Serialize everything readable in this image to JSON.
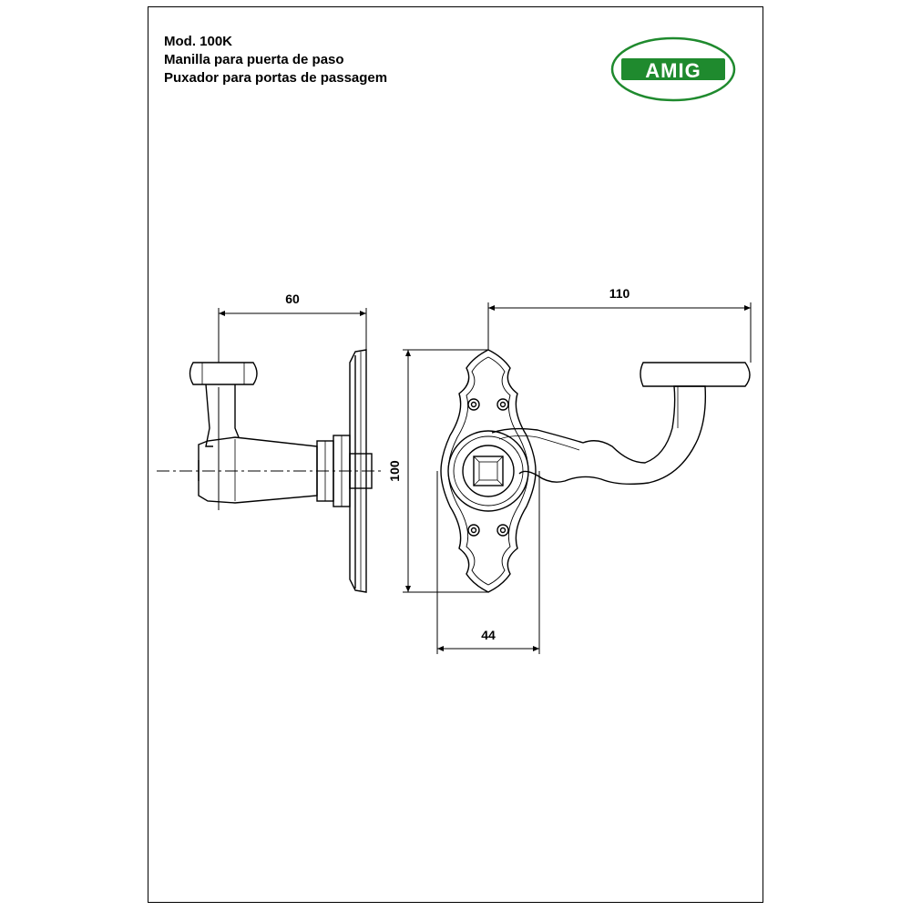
{
  "header": {
    "model": "Mod. 100K",
    "title_es": "Manilla para puerta de paso",
    "title_pt": "Puxador para portas de passagem"
  },
  "logo": {
    "text": "AMIG",
    "color": "#1f8a2e"
  },
  "dimensions": {
    "side_depth": "60",
    "handle_length": "110",
    "plate_height": "100",
    "plate_width": "44"
  }
}
